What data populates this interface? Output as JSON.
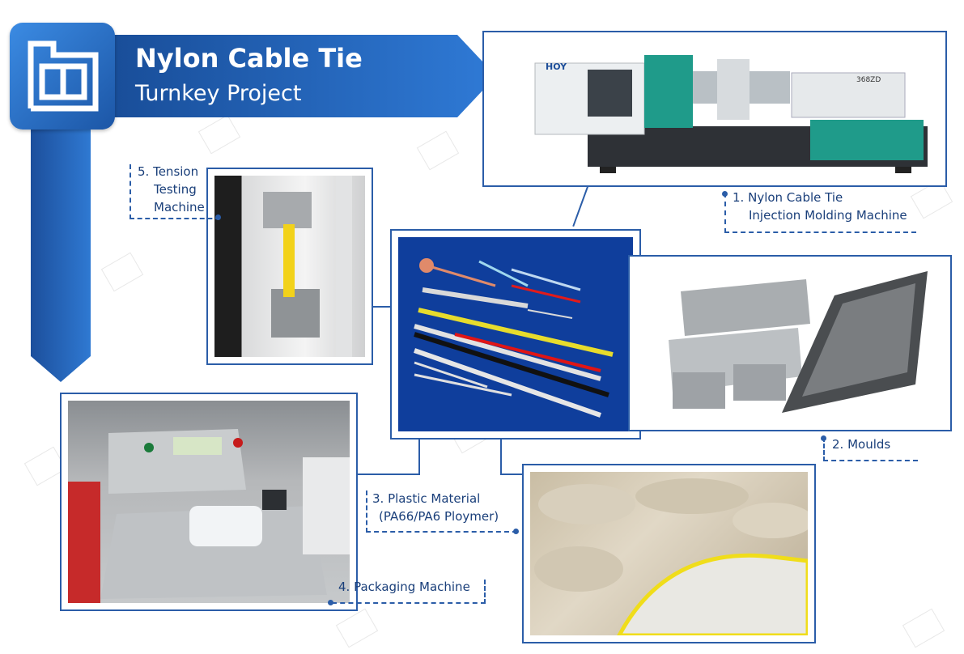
{
  "title": {
    "main": "Nylon Cable Tie",
    "sub": "Turnkey Project"
  },
  "items": [
    {
      "number": "1.",
      "line1": "Nylon Cable Tie",
      "line2": "Injection Molding Machine",
      "machine_brand": "HOY",
      "machine_model": "368ZD"
    },
    {
      "number": "2.",
      "line1": "Moulds"
    },
    {
      "number": "3.",
      "line1": "Plastic Material",
      "line2": "(PA66/PA6 Ploymer)"
    },
    {
      "number": "4.",
      "line1": "Packaging Machine"
    },
    {
      "number": "5.",
      "line1": "Tension",
      "line2": "Testing",
      "line3": "Machine"
    }
  ],
  "colors": {
    "brand_blue": "#1f5fb0",
    "label_text": "#1a3f7a",
    "frame_border": "#2b5da8",
    "banner_gradient_start": "#2f7ad6",
    "banner_gradient_end": "#174a94"
  },
  "icons": {
    "logo": "window-frame-icon"
  }
}
